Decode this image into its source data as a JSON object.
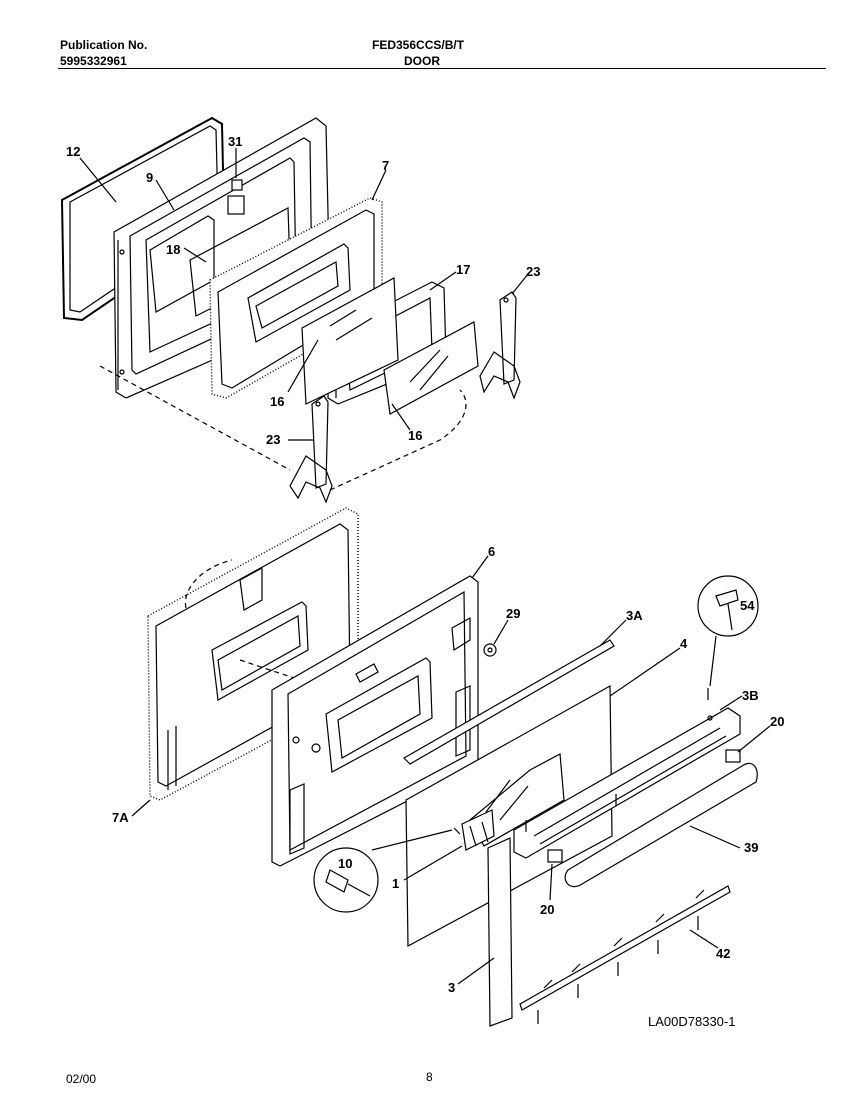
{
  "header": {
    "publication_label": "Publication No.",
    "publication_number": "5995332961",
    "model": "FED356CCS/B/T",
    "section": "DOOR"
  },
  "callouts": {
    "c12": "12",
    "c9": "9",
    "c31": "31",
    "c7": "7",
    "c18": "18",
    "c17": "17",
    "c23a": "23",
    "c16a": "16",
    "c16b": "16",
    "c23b": "23",
    "c6": "6",
    "c29": "29",
    "c3A": "3A",
    "c4": "4",
    "c54": "54",
    "c3B": "3B",
    "c20a": "20",
    "c7A": "7A",
    "c39": "39",
    "c10": "10",
    "c1": "1",
    "c20b": "20",
    "c42": "42",
    "c3": "3"
  },
  "diagram_code": "LA00D78330-1",
  "footer": {
    "date": "02/00",
    "page": "8"
  }
}
